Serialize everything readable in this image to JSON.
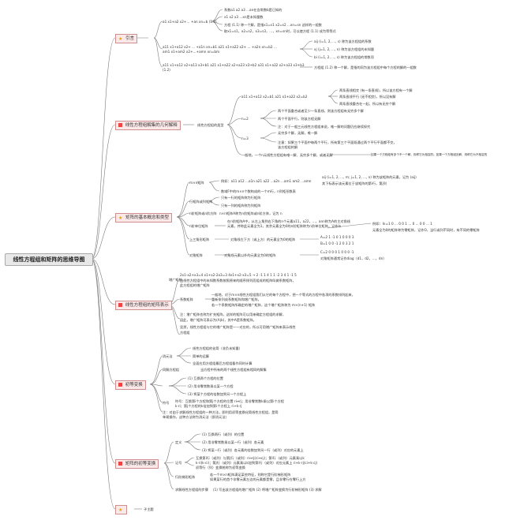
{
  "central": "线性方程组和矩阵的思维导图",
  "branches": [
    {
      "label": "引言"
    },
    {
      "label": "线性方程组解集的几何解释"
    },
    {
      "label": "矩阵的基本概念和类型"
    },
    {
      "label": "线性方程组的矩阵表示"
    },
    {
      "label": "初等变换"
    },
    {
      "label": "矩阵的初等变换"
    },
    {
      "label": ""
    }
  ],
  "leaves": {
    "intro": [
      "a1 x1+a2 x2+… +an xn=b  (1.1)",
      "系数a1 a2 a3 ...an在含常数b是已知的",
      "x1 x2 x3 ...xn是未知量数",
      "方程 (1.1) 称一个解，是指x1=s1 x2=s2 ...xn=sn 这样的一组数",
      "取x1=s1，x2=s2，x3=s3，...，xn=sn时，可以使方程 (1.1) 成为等等式",
      "a11 x1+a12 x2+ ... +a1n xn=b1  a21 x1+a22 x2+ ... +a2n xn=b2 ...",
      "am1 x1+am2 x2+...+amn xn=bm",
      "aij (i=1, 2, ..., s) 称为该方程组的系数",
      "xj (j=1, 2, ..., n) 称为该方程组的未知量",
      "bi (i=1, 2, ..., s) 称为该方程组的常数项",
      "a11 x1+a12 x2+a13 x3+b1 a21 x1+a22 x2+a23 x3+b2 a31 x1+a32 x2+a33 x3+b3",
      "(1.2)",
      "方程组 (1.2) 称一个解，是指的同为该方程组中每个方程的解的一组数"
    ],
    "geometry": [
      "a11 x1+a12 x2=b1 a21 x1+a22 x2=b2",
      "两条直线相交 (有一条直线)，所以该方程有一个解",
      "两条直线平行 (无不相交)，所以没有解",
      "两条直线重合在一起，所以有无穷个解",
      "两个平面重合或者至少一条直线，则该方程组有无穷多个解",
      "两个平面平行，则该方程无解",
      "注：对于一般三元线性方程组来说，唯一解的问题仍应继续探究",
      "无穷多个解，无解，唯一解",
      "注意：如果三个平面中每两个平行，所有第三个平面既通过两个平行平面都不交，",
      "该方程组的解",
      "一般地，一个n元线性方程组有唯一解、无穷多个解，或者无解",
      "如果一个方程组有多个不一个解，则称它为相容的；如果一个方程组无解，则称它为不相容的",
      "线性方程组的类型",
      "n=2",
      "n=3"
    ],
    "basics": [
      "m×n矩阵",
      "例如：a11 a12 ...a1n a21 a22 ...a2n ...am1 am2 ...amn",
      "aij (i=1, 2, ..., m; j=1, 2, ..., n) 称为该矩阵的元素，记为 (aij)",
      "其下标表示该元素位于该矩阵的第i行，第j列",
      "数域F中的m×n个数构成的一个m行，n列矩形数表",
      "行矩阵或列矩阵",
      "只有一行的矩阵称为行矩阵",
      "只有一列的矩阵称为列矩阵",
      "n阶矩阵或n阶方阵",
      "n×n矩阵A称为n阶矩阵或n阶方阵，记为 n",
      "n阶单位矩阵",
      "在n阶矩阵A中，从左上角到右下角的n个元素a11，a22，...，ann称为A的主对角线",
      "元素，并称此元素全为1，其余元素全为0的n阶矩阵称为n阶单位矩阵，记作In",
      "例如：In=1 0 ... 0 0 1 ... 0 ... 0 0 ... 1",
      "元素全为0的矩阵称为零矩阵，记作O，当行或列不同时，有不同的零矩阵",
      "上三角形矩阵",
      "对角线左下方（或上方）的元素全为0的矩阵",
      "A=2 1 -1 0 1 0 0 0 3",
      "B=1 0 0 -1 2 0 3 2 1",
      "对角矩阵",
      "对角线元素以外的元素全为0的矩阵",
      "C=2 0 0 0 1 0 0 0 -1",
      "对角矩阵通常记作diag（d1，d2，...，dn）"
    ],
    "matrix": [
      "2x1-x2+x3=4 x1+x2-2x3=3 4x1+x2-x3=5 → 2 -1 1 4 1 1 -2 3 4 1 -1 5",
      "由线性方程组中的未知数系数按照原来的顺序排列而组成的矩阵叫做系数矩阵，",
      "此方程组的增广矩阵",
      "增广矩阵",
      "系数矩阵",
      "一般地，对于m×n线性方程组我们从它的每个方程中，把一个等式的方程中各项的系数排列起来，",
      "重新排列成系数矩阵和增广矩阵，",
      "若一个系数矩阵所确定的增广矩阵，这个增广矩阵称为 m×(n+1) 矩阵",
      "注：增广矩阵也称为扩充矩阵，这样的矩阵可以用来确定方程组的求解，",
      "因此，增广矩阵可表示为(A|b)，其中A是系数矩阵。",
      "显然，线性方程组与它的增广矩阵是一一对应的，所以可用增广矩阵来表示线性",
      "方程组"
    ],
    "elem": [
      "消元法",
      "线性方程组的化简（非负未知量）",
      "简单的运算",
      "全面应用方程组最后方程组看作同时计算",
      "同解方程组",
      "当方程中所有的两个线性方程组有相同的解集",
      "(1) 互换两个方程的位置",
      "(2) 用非零常数乘以某一个方程",
      "(3) 将某个方程的倍数加到另一个方程上",
      "符号",
      "符号：互换第i个方程和第j个方程的位置 ri↔rj；用非零常数k乘以第i个方程",
      "k·ri；第j个方程的k倍加到第i个方程上 ri+k·rj",
      "注：对由于求解线性方程组的一种方法，即利用初等变换化简线性方程组，是简",
      "单易操作，这种方法称为消元法（即消元法）"
    ],
    "matrix_elem": [
      "定义",
      "(1) 互换两行（或列）的位置",
      "(2) 用非零常数乘以某一行（或列）各元素",
      "(3) 将某一行（或列）各元素的倍数加到另一行（或列）对应的元素上",
      "记号",
      "互换第i行（或列）与第j行（或列）ri↔rj(ci↔cj)；第i行（或列）元素乘以k",
      "k·ri(k·ci)；第j行（或列）元素乘以k加到第i行（或列）对应元素上 ri+k·rj(ci+k·cj)",
      "初等行（列）变换统称为初等变换",
      "行阶梯形矩阵",
      "若一个m×n矩阵满足某些特征，则称它是行阶梯形矩阵",
      "如果某行的首个非零元素左边的元素都是零，且非零行在零行上方",
      "求解线性方程组的步骤",
      "(1) 写出该方程组的增广矩阵 (2) 将增广矩阵变换为行阶梯形矩阵 (3) 求解",
      "子主题"
    ]
  }
}
